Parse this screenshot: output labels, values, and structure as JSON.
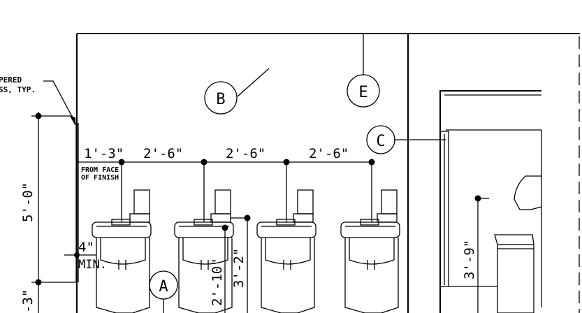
{
  "note_glass": [
    "PERED",
    "SS, TYP."
  ],
  "tags": {
    "A": "A",
    "B": "B",
    "C": "C",
    "E": "E"
  },
  "dims": {
    "left_offset": "1'-3\"",
    "spacing_1": "2'-6\"",
    "spacing_2": "2'-6\"",
    "spacing_3": "2'-6\"",
    "vertical_5_0": "5'-0\"",
    "min_4": "4\"",
    "min_label": "MIN.",
    "left_bottom": "-3\"",
    "height_2_10": "2'-10\"",
    "height_3_2": "3'-2\"",
    "height_3_9": "3'-9\""
  },
  "note_face": [
    "FROM FACE",
    "OF FINISH"
  ]
}
